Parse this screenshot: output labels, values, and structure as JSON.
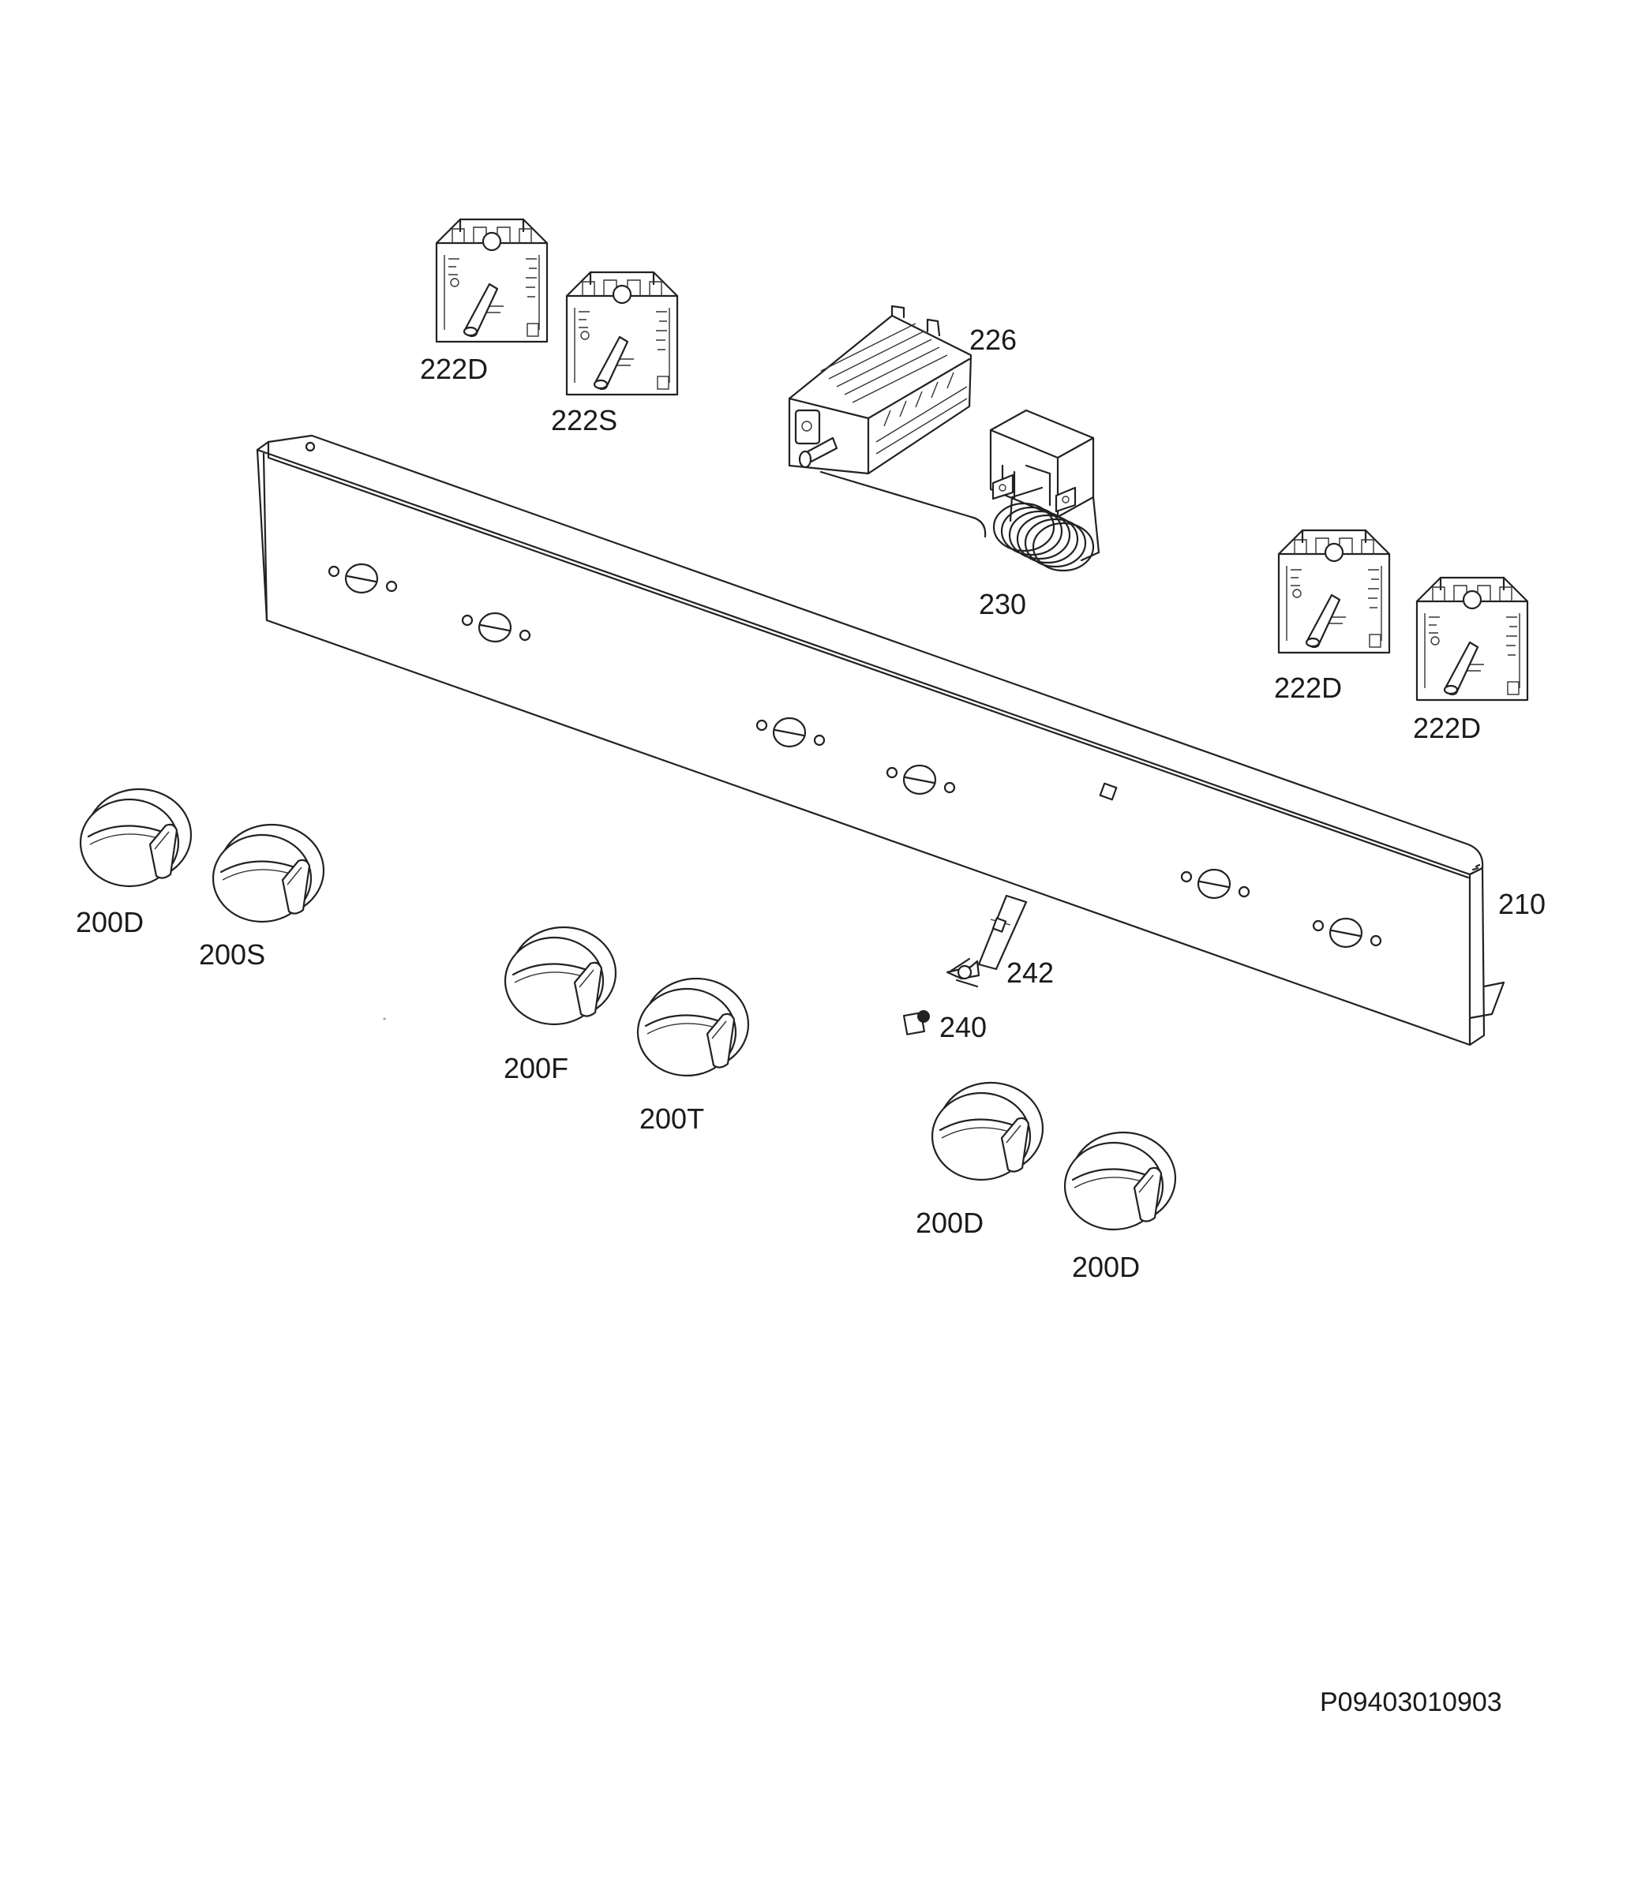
{
  "diagram": {
    "drawing_number": "P09403010903",
    "parts": [
      {
        "id": "control-panel",
        "label": "210"
      },
      {
        "id": "selector-switch",
        "label": "226"
      },
      {
        "id": "thermostat",
        "label": "230"
      },
      {
        "id": "spring-clip",
        "label": "240"
      },
      {
        "id": "shaft-extension",
        "label": "242"
      }
    ],
    "regulators": [
      {
        "label": "222D"
      },
      {
        "label": "222S"
      },
      {
        "label": "222D"
      },
      {
        "label": "222D"
      }
    ],
    "knobs": [
      {
        "label": "200D"
      },
      {
        "label": "200S"
      },
      {
        "label": "200F"
      },
      {
        "label": "200T"
      },
      {
        "label": "200D"
      },
      {
        "label": "200D"
      }
    ]
  }
}
